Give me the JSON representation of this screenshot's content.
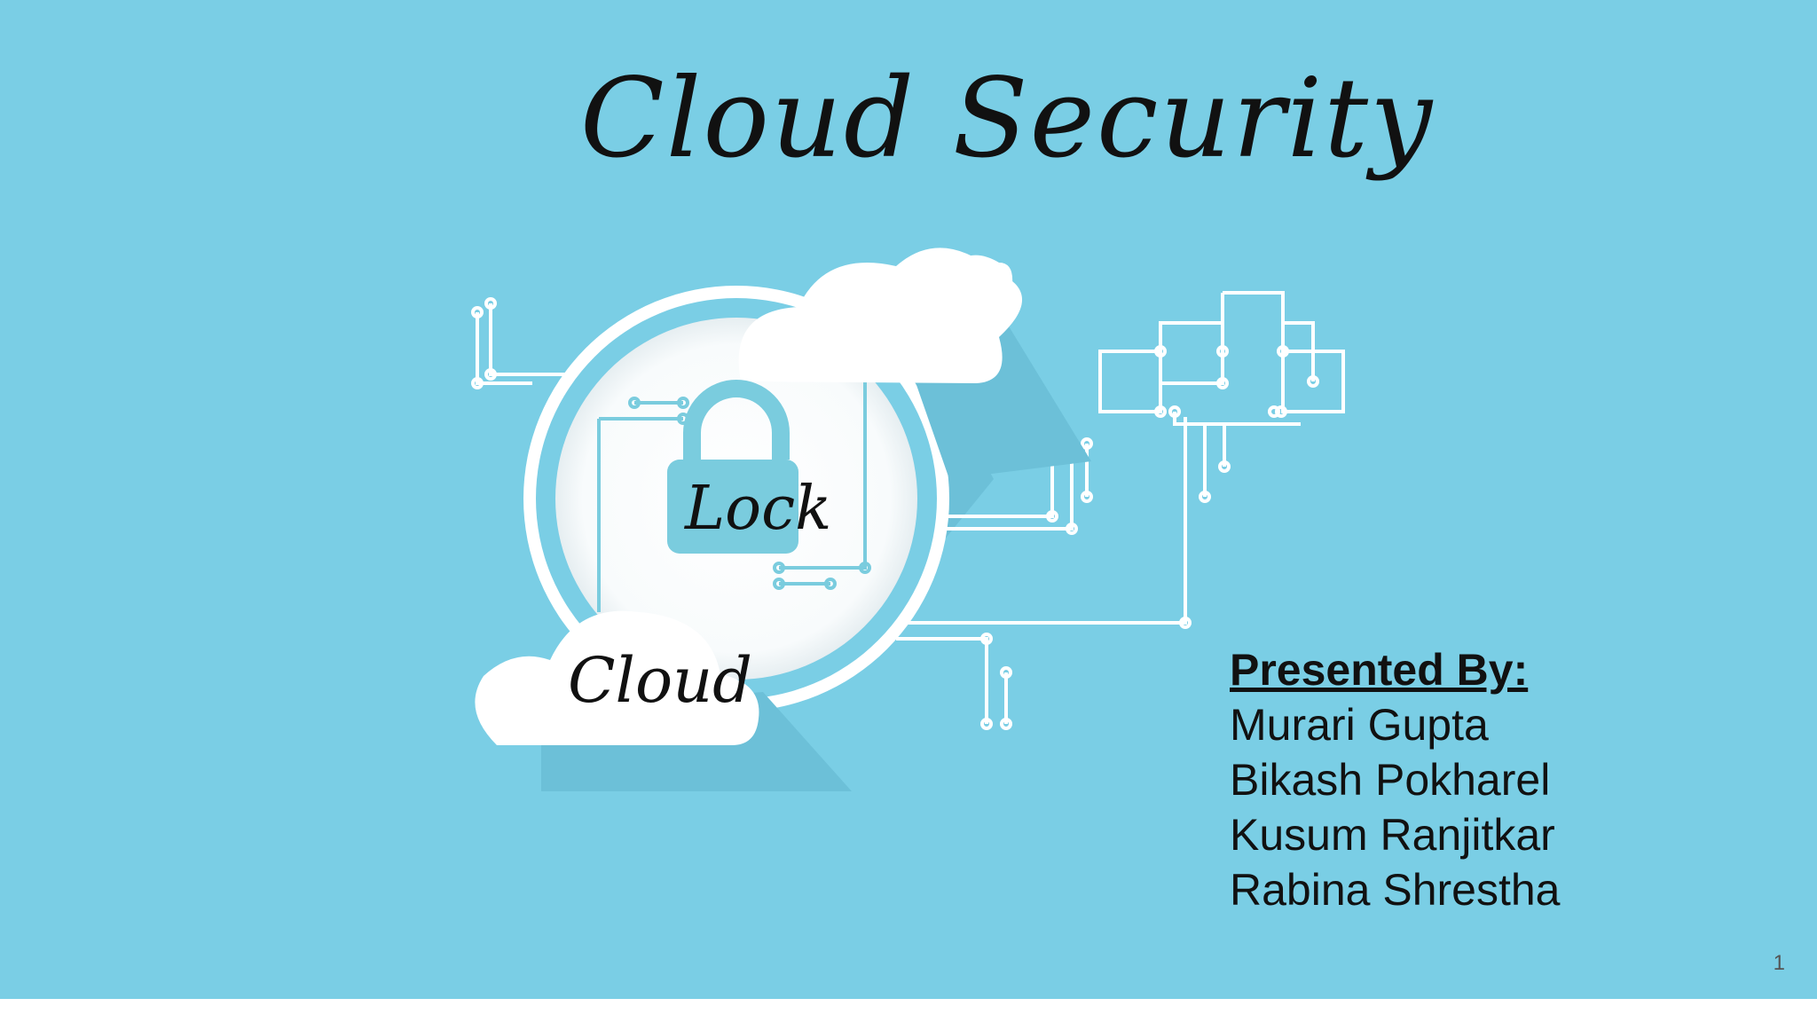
{
  "slide": {
    "title": "Cloud Security",
    "illustration": {
      "icons": [
        "cloud-icon",
        "lock-icon",
        "circuit-icon"
      ],
      "lock_label": "Lock",
      "cloud_label": "Cloud"
    },
    "presenters": {
      "heading": "Presented By:",
      "names": [
        "Murari Gupta",
        "Bikash Pokharel",
        "Kusum Ranjitkar",
        "Rabina Shrestha"
      ]
    },
    "slide_number": "1"
  },
  "colors": {
    "background": "#7acee5",
    "accent": "#7accde",
    "line": "#ffffff",
    "text": "#111111"
  }
}
